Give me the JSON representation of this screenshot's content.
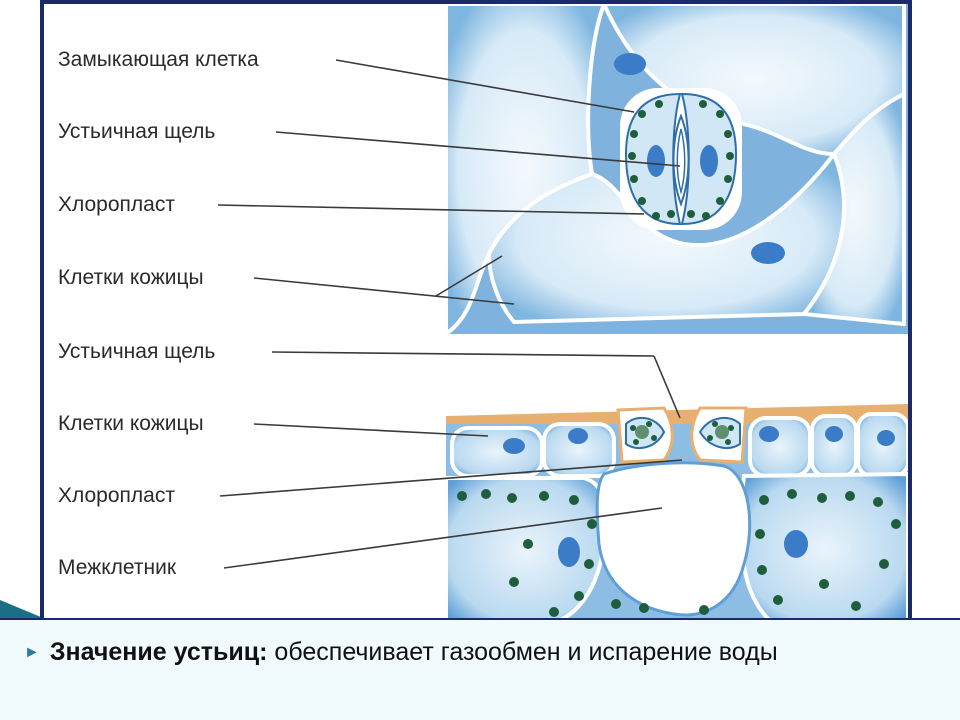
{
  "labels": {
    "top_guard_cell": "Замыкающая клетка",
    "top_stomatal_pore": "Устьичная щель",
    "top_chloroplast": "Хлоропласт",
    "top_epidermis": "Клетки кожицы",
    "bottom_stomatal_pore": "Устьичная щель",
    "bottom_epidermis": "Клетки кожицы",
    "bottom_chloroplast": "Хлоропласт",
    "intercellular_space": "Межклетник"
  },
  "caption": {
    "term": "Значение  устьиц:",
    "text": " обеспечивает газообмен и испарение воды"
  },
  "colors": {
    "cell_fill": "#cfe6f5",
    "cell_wall": "#ffffff",
    "cell_outline": "#2e6fa8",
    "nucleus": "#3b7cc8",
    "chloroplast": "#1f5e3d",
    "cuticle": "#e8b070",
    "frame": "#1b2a6b",
    "bullet": "#2c7aa8"
  }
}
